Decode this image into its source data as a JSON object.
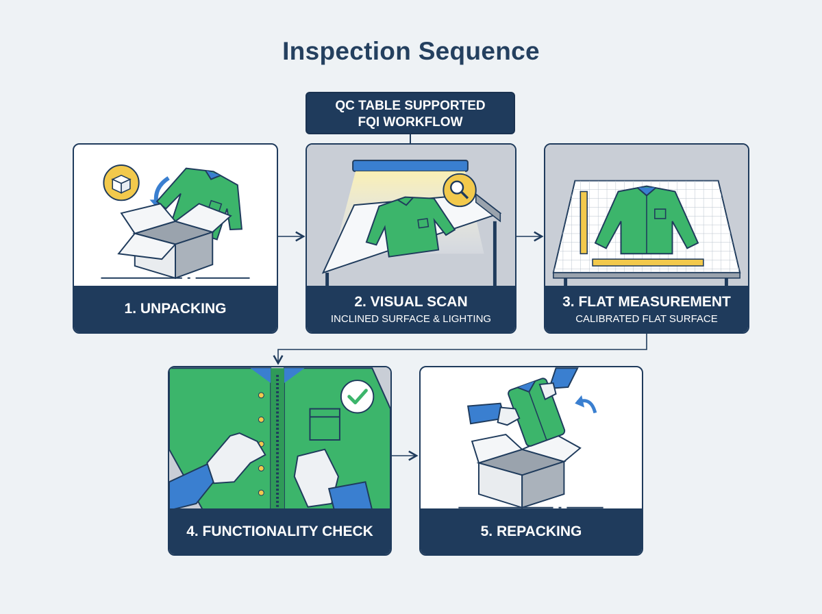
{
  "title": "Inspection Sequence",
  "workflow_tag": {
    "line1": "QC TABLE SUPPORTED",
    "line2": "FQI WORKFLOW"
  },
  "steps": [
    {
      "name": "1. UNPACKING",
      "subtitle": "",
      "icon": "open-box-icon"
    },
    {
      "name": "2. VISUAL SCAN",
      "subtitle": "INCLINED SURFACE & LIGHTING",
      "icon": "magnifier-icon"
    },
    {
      "name": "3. FLAT MEASUREMENT",
      "subtitle": "CALIBRATED FLAT SURFACE",
      "icon": "ruler-icon"
    },
    {
      "name": "4. FUNCTIONALITY CHECK",
      "subtitle": "",
      "icon": "checkmark-icon"
    },
    {
      "name": "5. REPACKING",
      "subtitle": "",
      "icon": "curved-arrow-icon"
    }
  ],
  "colors": {
    "navy": "#1f3b5c",
    "green": "#3cb56b",
    "blue": "#3a7fd0",
    "yellow": "#f2c94c",
    "gray": "#c9ced6",
    "background": "#eef2f5"
  }
}
